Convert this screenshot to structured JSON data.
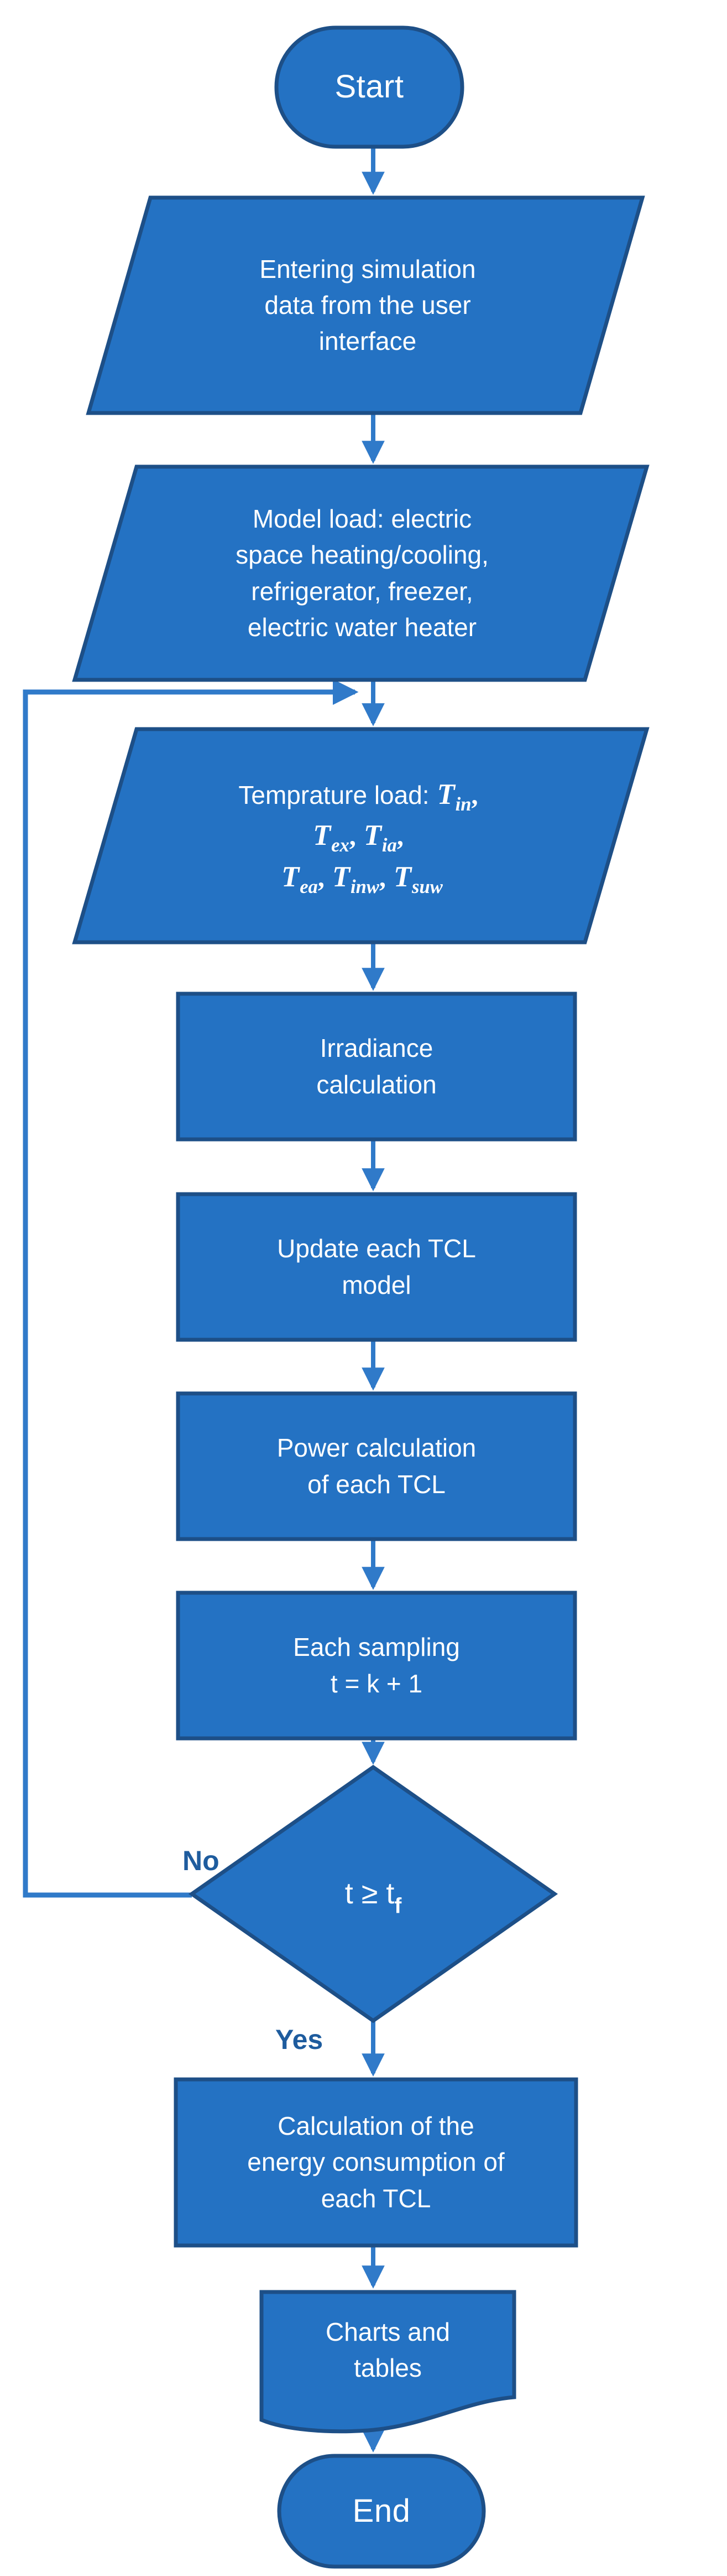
{
  "colors": {
    "background": "#ffffff",
    "shape_fill": "#2472c3",
    "shape_border": "#1d4f87",
    "connector": "#307ac9",
    "node_text": "#ffffff",
    "branch_label": "#1e5c9e"
  },
  "nodes": {
    "start": {
      "label": "Start"
    },
    "enter_data": {
      "lines": [
        "Entering simulation",
        "data from the user",
        "interface"
      ]
    },
    "model_load": {
      "lines": [
        "Model load: electric",
        "space heating/cooling,",
        "refrigerator, freezer,",
        "electric water heater"
      ]
    },
    "temperature_load": {
      "prefix": "Temprature load:",
      "sep": ",",
      "vars": [
        {
          "base": "T",
          "sub": "in"
        },
        {
          "base": "T",
          "sub": "ex"
        },
        {
          "base": "T",
          "sub": "ia"
        },
        {
          "base": "T",
          "sub": "ea"
        },
        {
          "base": "T",
          "sub": "inw"
        },
        {
          "base": "T",
          "sub": "suw"
        }
      ]
    },
    "irradiance": {
      "lines": [
        "Irradiance",
        "calculation"
      ]
    },
    "update_tcl": {
      "lines": [
        "Update each TCL",
        "model"
      ]
    },
    "power_calc": {
      "lines": [
        "Power calculation",
        "of each TCL"
      ]
    },
    "sampling": {
      "lines": [
        "Each sampling",
        "t = k + 1"
      ]
    },
    "decision": {
      "expr": "t ≥ t",
      "sub": "f"
    },
    "energy_calc": {
      "lines": [
        "Calculation of the",
        "energy consumption of",
        "each TCL"
      ]
    },
    "charts": {
      "lines": [
        "Charts and",
        "tables"
      ]
    },
    "end": {
      "label": "End"
    }
  },
  "edges": {
    "no_label": "No",
    "yes_label": "Yes"
  }
}
